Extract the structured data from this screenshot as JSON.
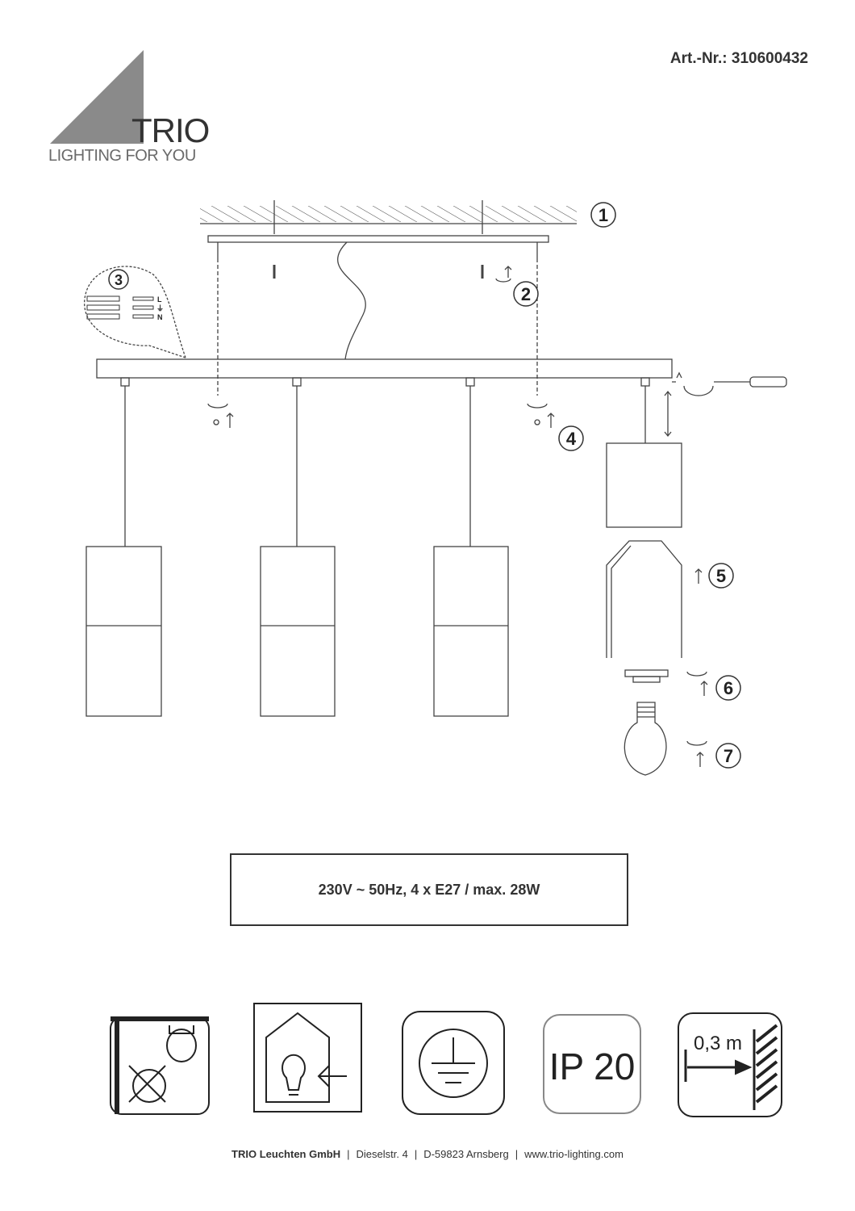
{
  "header": {
    "article_number": "Art.-Nr.: 310600432"
  },
  "logo": {
    "name": "TRIO",
    "tagline": "LIGHTING FOR YOU"
  },
  "diagram": {
    "steps": [
      "1",
      "2",
      "3",
      "4",
      "5",
      "6",
      "7"
    ],
    "wiring_labels": [
      "L",
      "⏚",
      "N"
    ]
  },
  "spec": {
    "text": "230V ~ 50Hz, 4 x E27 / max. 28W"
  },
  "icons": [
    {
      "name": "not-for-recessed-mounting-icon"
    },
    {
      "name": "indoor-use-only-icon"
    },
    {
      "name": "protective-earth-icon"
    },
    {
      "name": "ip-rating-icon",
      "label": "IP 20"
    },
    {
      "name": "minimum-distance-icon",
      "label": "0,3 m"
    }
  ],
  "footer": {
    "company": "TRIO Leuchten GmbH",
    "street": "Dieselstr. 4",
    "city": "D-59823 Arnsberg",
    "website": "www.trio-lighting.com"
  }
}
